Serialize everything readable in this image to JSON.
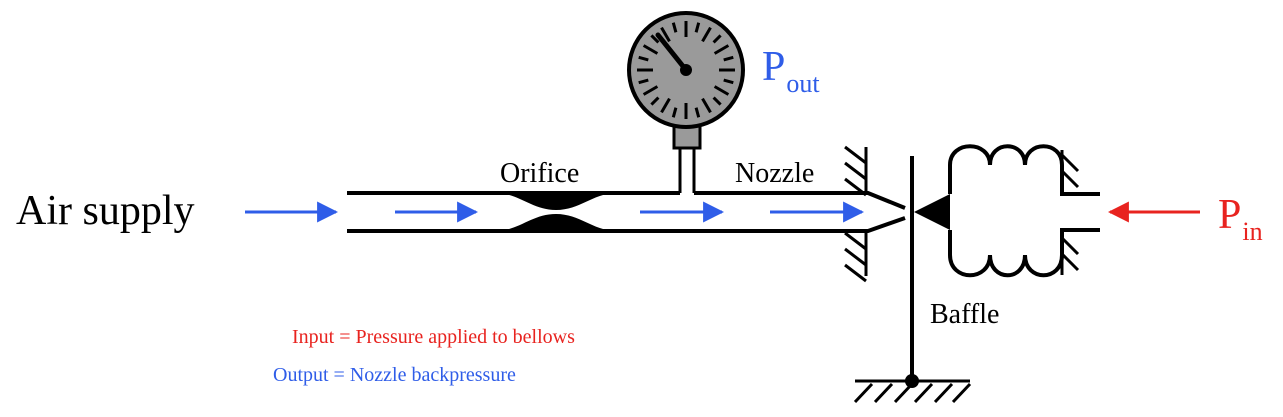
{
  "labels": {
    "air_supply": "Air supply",
    "orifice": "Orifice",
    "nozzle": "Nozzle",
    "baffle": "Baffle",
    "p_out_main": "P",
    "p_out_sub": "out",
    "p_in_main": "P",
    "p_in_sub": "in"
  },
  "legend": {
    "input": "Input = Pressure applied to bellows",
    "output": "Output = Nozzle backpressure"
  },
  "colors": {
    "input": "#e8231f",
    "output": "#2f5de8",
    "line": "#000000",
    "gauge_face": "#9a9a9a"
  }
}
